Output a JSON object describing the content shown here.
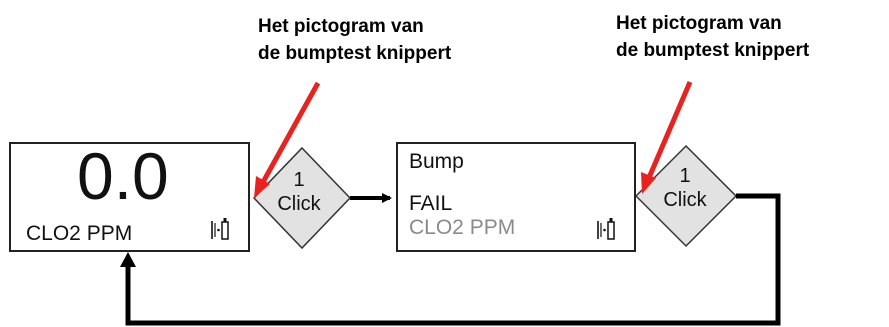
{
  "callouts": [
    {
      "line1": "Het pictogram van",
      "line2": "de bumptest knippert"
    },
    {
      "line1": "Het pictogram van",
      "line2": "de bumptest knippert"
    }
  ],
  "screen1": {
    "value": "0.0",
    "unit": "CLO2 PPM",
    "icon": "bump-test-icon"
  },
  "screen2": {
    "title": "Bump",
    "status": "FAIL",
    "unit": "CLO2 PPM",
    "icon": "bump-test-icon"
  },
  "decisions": [
    {
      "count": "1",
      "action": "Click"
    },
    {
      "count": "1",
      "action": "Click"
    }
  ],
  "colors": {
    "callout_arrow": "#e8231f",
    "line": "#000000",
    "diamond_fill": "#e2e2e2",
    "unit_gray": "#8a8a8a"
  }
}
